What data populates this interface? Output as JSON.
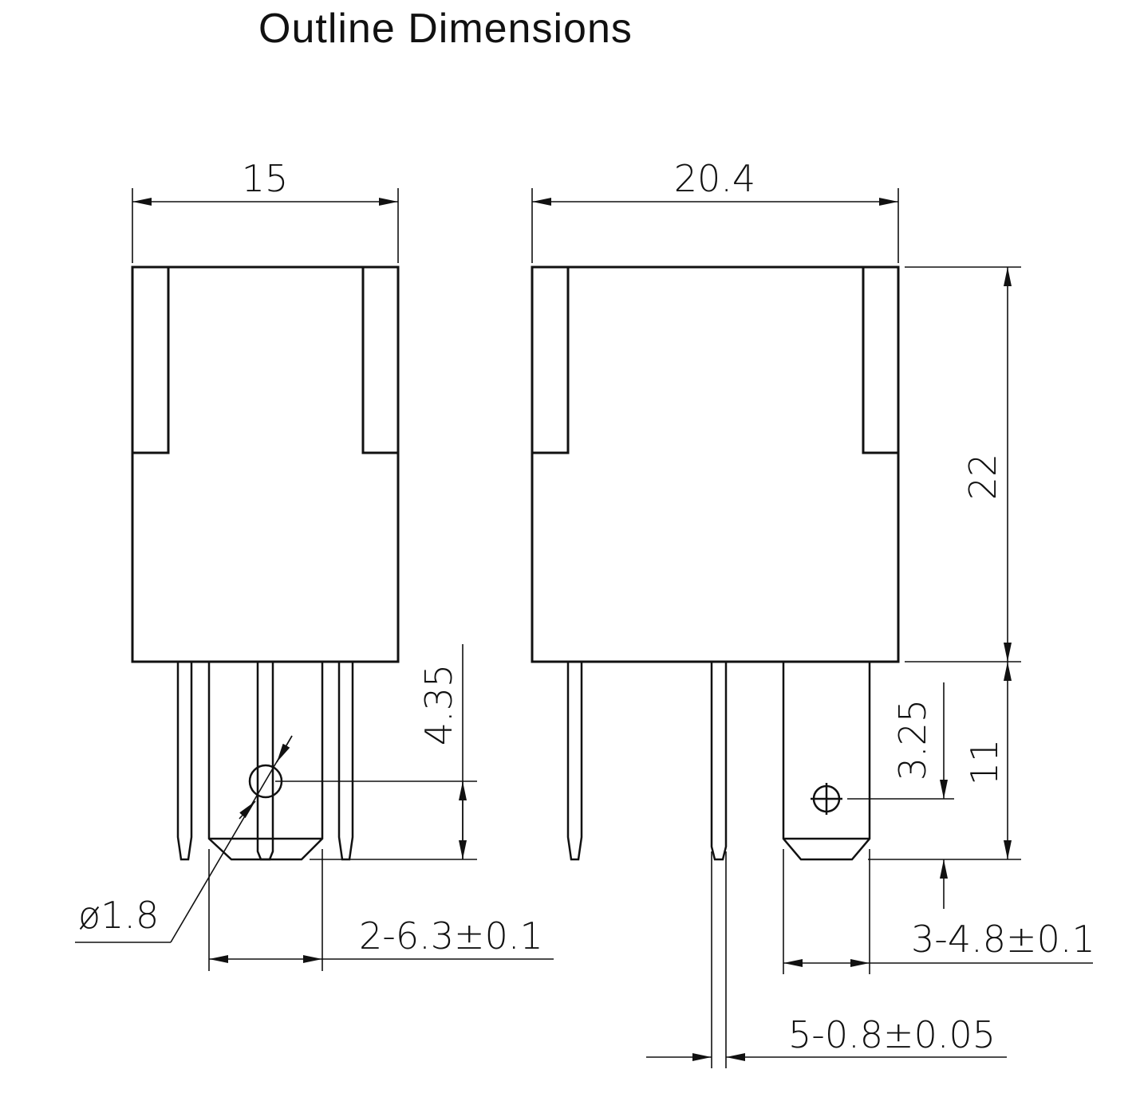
{
  "title": "Outline Dimensions",
  "dimensions": {
    "width_front": "15",
    "width_side": "20.4",
    "height_body": "22",
    "height_pins": "11",
    "hole_offset_front": "4.35",
    "hole_offset_side": "3.25",
    "hole_diameter": "ø1.8",
    "wide_terminal": "2-6.3±0.1",
    "mid_terminal": "3-4.8±0.1",
    "narrow_terminal": "5-0.8±0.05"
  },
  "colors": {
    "line": "#111111",
    "background": "#ffffff"
  }
}
